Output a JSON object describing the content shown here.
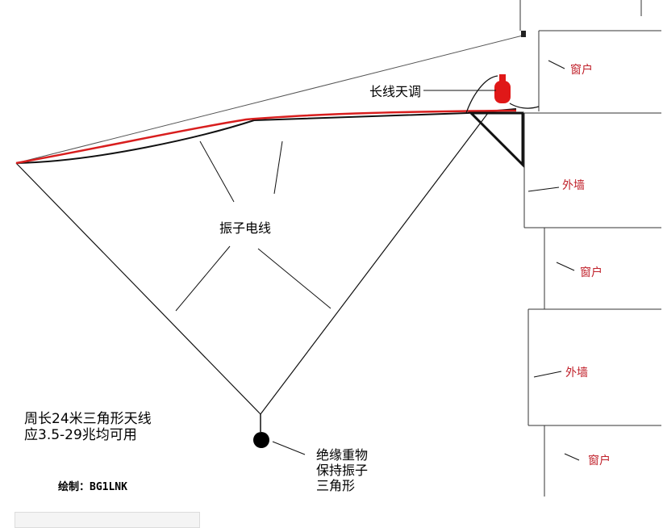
{
  "labels": {
    "tuner": "长线天调",
    "wire": "振子电线",
    "window": "窗户",
    "outer_wall": "外墙",
    "weight_line1": "绝缘重物",
    "weight_line2": "保持振子",
    "weight_line3": "三角形",
    "desc_line1": "周长24米三角形天线",
    "desc_line2": "应3.5-29兆均可用",
    "author": "绘制：BG1LNK"
  },
  "colors": {
    "feed_wire": "#d81e1e",
    "tuner": "#e01818",
    "label_red": "#c0202a"
  }
}
